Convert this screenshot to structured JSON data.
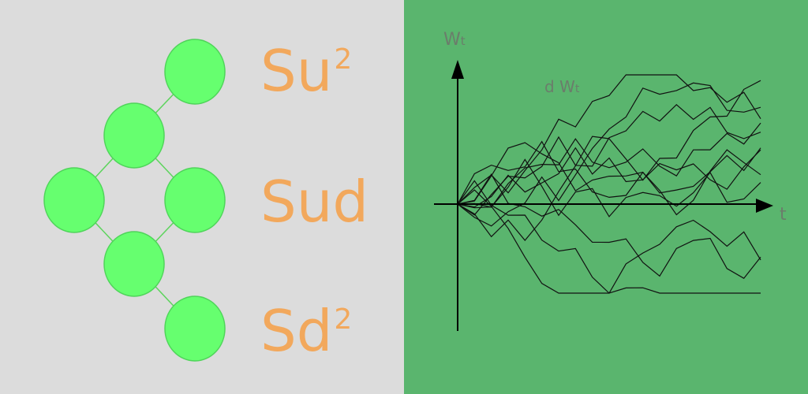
{
  "colors": {
    "left_background": "#dcdcdc",
    "right_background": "#5ab56e",
    "node_fill": "#66ff6f",
    "node_stroke": "#4fd45a",
    "edge_color": "#5cd45c",
    "label_color": "#f2a85c",
    "path_color": "#111111",
    "axis_color": "#000000",
    "axis_text_color": "#6b7d6b"
  },
  "tree": {
    "labels": [
      {
        "base": "Su",
        "exp": "2"
      },
      {
        "base": "Sud",
        "exp": ""
      },
      {
        "base": "Sd",
        "exp": "2"
      }
    ]
  },
  "brownian": {
    "y_axis_label": "W",
    "y_axis_sub": "t",
    "increment_label": "d W",
    "increment_sub": "t",
    "x_axis_label": "t"
  }
}
